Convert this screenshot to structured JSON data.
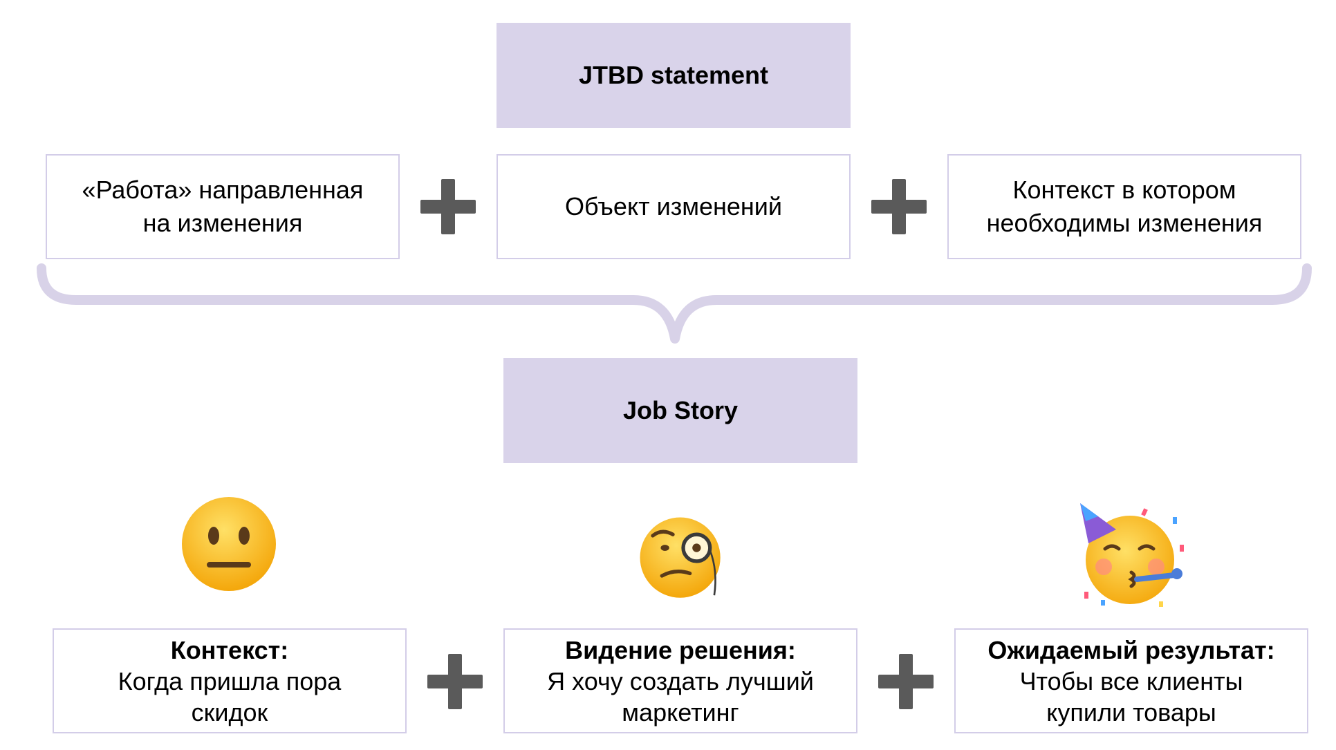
{
  "colors": {
    "header_fill": "#d9d3ea",
    "box_border": "#d3cde8",
    "brace": "#d8d2e8",
    "plus": "#5a5a5a",
    "emoji_face": "#fcc21b"
  },
  "jtbd": {
    "title": "JTBD statement",
    "components": [
      {
        "lines": [
          "«Работа» направленная",
          "на изменения"
        ]
      },
      {
        "lines": [
          "Объект изменений"
        ]
      },
      {
        "lines": [
          "Контекст в котором",
          "необходимы изменения"
        ]
      }
    ]
  },
  "job_story": {
    "title": "Job Story",
    "parts": [
      {
        "emoji": "neutral-face-icon",
        "heading": "Контекст:",
        "lines": [
          "Когда пришла пора",
          "скидок"
        ]
      },
      {
        "emoji": "face-with-monocle-icon",
        "heading": "Видение решения:",
        "lines": [
          "Я хочу создать лучший",
          "маркетинг"
        ]
      },
      {
        "emoji": "partying-face-icon",
        "heading": "Ожидаемый результат:",
        "lines": [
          "Чтобы все клиенты",
          "купили товары"
        ]
      }
    ]
  }
}
